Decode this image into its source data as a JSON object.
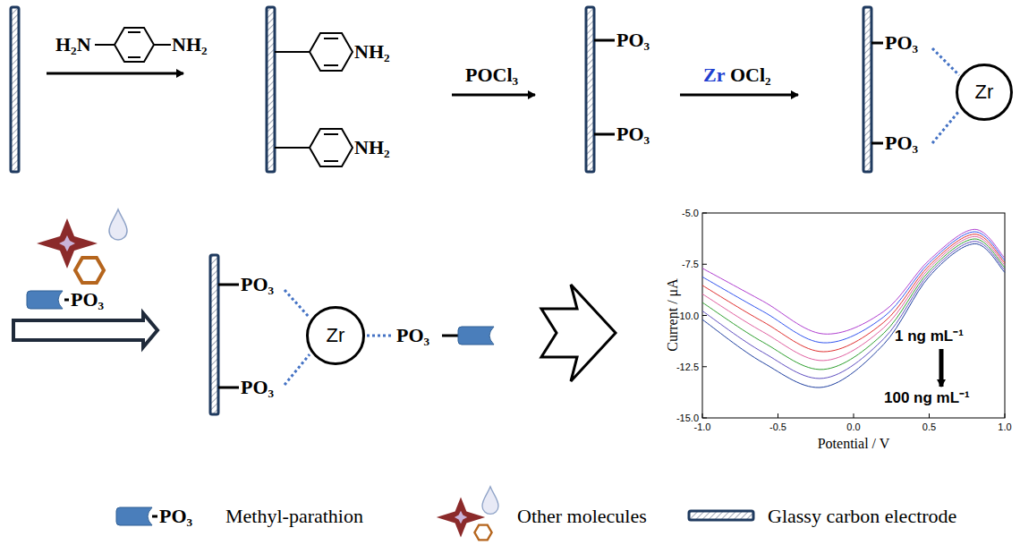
{
  "diagram": {
    "nodes": [
      {
        "text": [
          "Zr"
        ]
      },
      {
        "text": [
          "Zr"
        ]
      }
    ],
    "labels": [
      "H₂N",
      "NH₂",
      "NH₂",
      "NH₂",
      "POCl₃",
      "PO₃",
      "PO₃",
      "Zr",
      "OCl₂",
      "PO₃",
      "PO₃",
      "PO₃",
      "PO₃",
      "PO₃",
      "PO₃",
      "-5.0",
      "-7.5",
      "-10.0",
      "-12.5",
      "-15.0",
      "-1.0",
      "-0.5",
      "0.0",
      "0.5",
      "1.0",
      "Current / μA",
      "Potential / V",
      "1 ng mL⁻¹",
      "100 ng mL⁻¹",
      "PO₃"
    ],
    "legend": [
      {
        "text": "Methyl-parathion"
      },
      {
        "text": "Other molecules"
      },
      {
        "text": "Glassy carbon electrode"
      }
    ]
  }
}
